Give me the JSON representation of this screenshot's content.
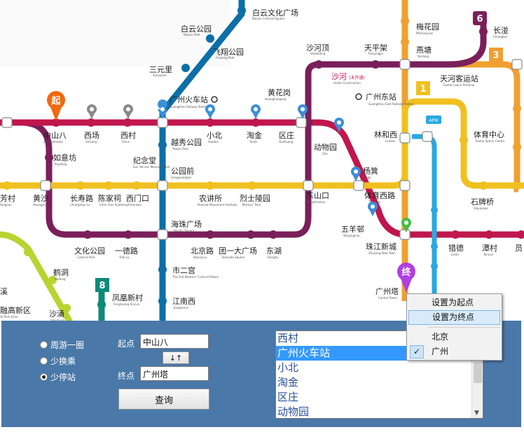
{
  "map": {
    "start_pin": "起",
    "end_pin": "终",
    "line_badges": {
      "line1": "1",
      "line3": "3",
      "line8": "8",
      "line6": "6",
      "apm": "APM"
    },
    "stations": [
      {
        "id": "baiyun-culture-square",
        "cn": "白云文化广场",
        "en": "Baiyun Cultural Square"
      },
      {
        "id": "baiyun-park",
        "cn": "白云公园",
        "en": "Baiyun Park"
      },
      {
        "id": "feixiang-park",
        "cn": "飞翔公园",
        "en": "Feixiang Park"
      },
      {
        "id": "sanyuanli",
        "cn": "三元里",
        "en": "Sanyuanli"
      },
      {
        "id": "guangzhou-railway-station",
        "cn": "广州火车站",
        "en": "Guangzhou Railway Station"
      },
      {
        "id": "zhongshanba",
        "cn": "中山八",
        "en": "Zhongshanba"
      },
      {
        "id": "xichang",
        "cn": "西场",
        "en": "Xichang"
      },
      {
        "id": "xicun",
        "cn": "西村",
        "en": "Xicun"
      },
      {
        "id": "xiaobei",
        "cn": "小北",
        "en": "Xiaobei"
      },
      {
        "id": "taojin",
        "cn": "淘金",
        "en": "Taojin"
      },
      {
        "id": "ouzhuang",
        "cn": "区庄",
        "en": "Ouzhuang"
      },
      {
        "id": "huanghuagang",
        "cn": "黄花岗",
        "en": "Huanghuagang"
      },
      {
        "id": "shaheding",
        "cn": "沙河顶",
        "en": "Shaheding"
      },
      {
        "id": "tianpingjia",
        "cn": "天平架",
        "en": "Tianpingjia"
      },
      {
        "id": "shahe",
        "cn": "沙河",
        "en": "Shahe"
      },
      {
        "id": "shahe-note",
        "cn": "(未开通)",
        "en": "Under Construction"
      },
      {
        "id": "guangzhou-east",
        "cn": "广州东站",
        "en": "Guangzhou East Railway Station"
      },
      {
        "id": "linhexi",
        "cn": "林和西",
        "en": "Linhexi"
      },
      {
        "id": "meihuayuan",
        "cn": "梅花园",
        "en": "Meihuayuan"
      },
      {
        "id": "yantang",
        "cn": "燕塘",
        "en": "Yantang"
      },
      {
        "id": "tianhe-coach",
        "cn": "天河客运站",
        "en": "Tianhe Coach Terminal"
      },
      {
        "id": "changban",
        "cn": "长湴",
        "en": "Changban"
      },
      {
        "id": "tiyu-zhongxin",
        "cn": "体育中心",
        "en": "Tianhe Sports Center"
      },
      {
        "id": "shipaiqiao",
        "cn": "石牌桥",
        "en": "Shipaiqiao"
      },
      {
        "id": "ruyifang",
        "cn": "如意坊",
        "en": "Ruyifang"
      },
      {
        "id": "jinian-tang",
        "cn": "纪念堂",
        "en": "Sun Yat-sen Memorial Hall"
      },
      {
        "id": "yuexiu-park",
        "cn": "越秀公园",
        "en": "Yuexiu Park"
      },
      {
        "id": "gongyuanqian",
        "cn": "公园前",
        "en": "Gongyuanqian"
      },
      {
        "id": "dongwuyuan",
        "cn": "动物园",
        "en": "Zoo"
      },
      {
        "id": "yangji",
        "cn": "杨箕",
        "en": "Yangji"
      },
      {
        "id": "fangcun",
        "cn": "芳村",
        "en": "Fangcun"
      },
      {
        "id": "huangsha",
        "cn": "黄沙",
        "en": "Huangsha"
      },
      {
        "id": "changshou-lu",
        "cn": "长寿路",
        "en": "Changshou Lu"
      },
      {
        "id": "chenjiaci",
        "cn": "陈家祠",
        "en": "Chen Clan Academy"
      },
      {
        "id": "ximenkou",
        "cn": "西门口",
        "en": "Ximenkou"
      },
      {
        "id": "nongjiangsuo",
        "cn": "农讲所",
        "en": "Peasant Movement Institute"
      },
      {
        "id": "lieshi-lingyuan",
        "cn": "烈士陵园",
        "en": "Martyrs' Park"
      },
      {
        "id": "dongshankou",
        "cn": "东山口",
        "en": "Dongshankou"
      },
      {
        "id": "tiyu-xilu",
        "cn": "体育西路",
        "en": "Tiyu Xilu"
      },
      {
        "id": "haizhu-square",
        "cn": "海珠广场",
        "en": "Haizhu Square"
      },
      {
        "id": "wuyangcun",
        "cn": "五羊邨",
        "en": "Wuyangcun"
      },
      {
        "id": "wenhua-park",
        "cn": "文化公园",
        "en": "Cultural Park"
      },
      {
        "id": "yide-lu",
        "cn": "一德路",
        "en": "Yide Lu"
      },
      {
        "id": "beijing-lu",
        "cn": "北京路",
        "en": "Beijing Lu"
      },
      {
        "id": "tuanyida",
        "cn": "团一大广场",
        "en": "Tuanyida Square"
      },
      {
        "id": "donghu",
        "cn": "东湖",
        "en": "Donghu"
      },
      {
        "id": "zhujiang-new-town",
        "cn": "珠江新城",
        "en": "Zhujiang New Town"
      },
      {
        "id": "liede",
        "cn": "猎德",
        "en": "Liede"
      },
      {
        "id": "tancun",
        "cn": "潭村",
        "en": "Tancun"
      },
      {
        "id": "yuancun",
        "cn": "员",
        "en": ""
      },
      {
        "id": "hedong",
        "cn": "鹤洞",
        "en": "Hedong"
      },
      {
        "id": "shichier",
        "cn": "市二宫",
        "en": "The 2nd Workers' Cultural Palace"
      },
      {
        "id": "fenghuang-xincun",
        "cn": "凤凰新村",
        "en": "Fenghuang Xincun"
      },
      {
        "id": "jiangnanxi",
        "cn": "江南西",
        "en": "Jiangnanxi"
      },
      {
        "id": "kengkou",
        "cn": "溪",
        "en": ""
      },
      {
        "id": "hi-tech",
        "cn": "融高新区",
        "en": "Hi-Tech Zone"
      },
      {
        "id": "shachong",
        "cn": "沙涌",
        "en": "Shachong"
      },
      {
        "id": "canton-tower",
        "cn": "广州塔",
        "en": "Canton Tower"
      }
    ]
  },
  "panel": {
    "modes": [
      {
        "label": "周游一圈",
        "checked": false
      },
      {
        "label": "少换乘",
        "checked": false
      },
      {
        "label": "少停站",
        "checked": true
      }
    ],
    "start_label": "起点",
    "start_value": "中山八",
    "swap_label": "↓↑",
    "end_label": "终点",
    "end_value": "广州塔",
    "query_label": "查询",
    "station_list": [
      {
        "label": "西村",
        "selected": false
      },
      {
        "label": "广州火车站",
        "selected": true
      },
      {
        "label": "小北",
        "selected": false
      },
      {
        "label": "淘金",
        "selected": false
      },
      {
        "label": "区庄",
        "selected": false
      },
      {
        "label": "动物园",
        "selected": false
      }
    ]
  },
  "context_menu": {
    "items": [
      {
        "label": "设置为起点"
      },
      {
        "label": "设置为终点"
      }
    ],
    "cities": [
      {
        "label": "北京",
        "checked": false
      },
      {
        "label": "广州",
        "checked": true
      }
    ],
    "check_mark": "✓"
  },
  "colors": {
    "line1": "#f0c020",
    "line2": "#0c6fa8",
    "line3": "#f0a030",
    "line5": "#c0174d",
    "line6": "#7a1f5a",
    "line8": "#0f8a7a",
    "apm": "#2aa8e0",
    "panel_bg": "#4a78a8"
  }
}
